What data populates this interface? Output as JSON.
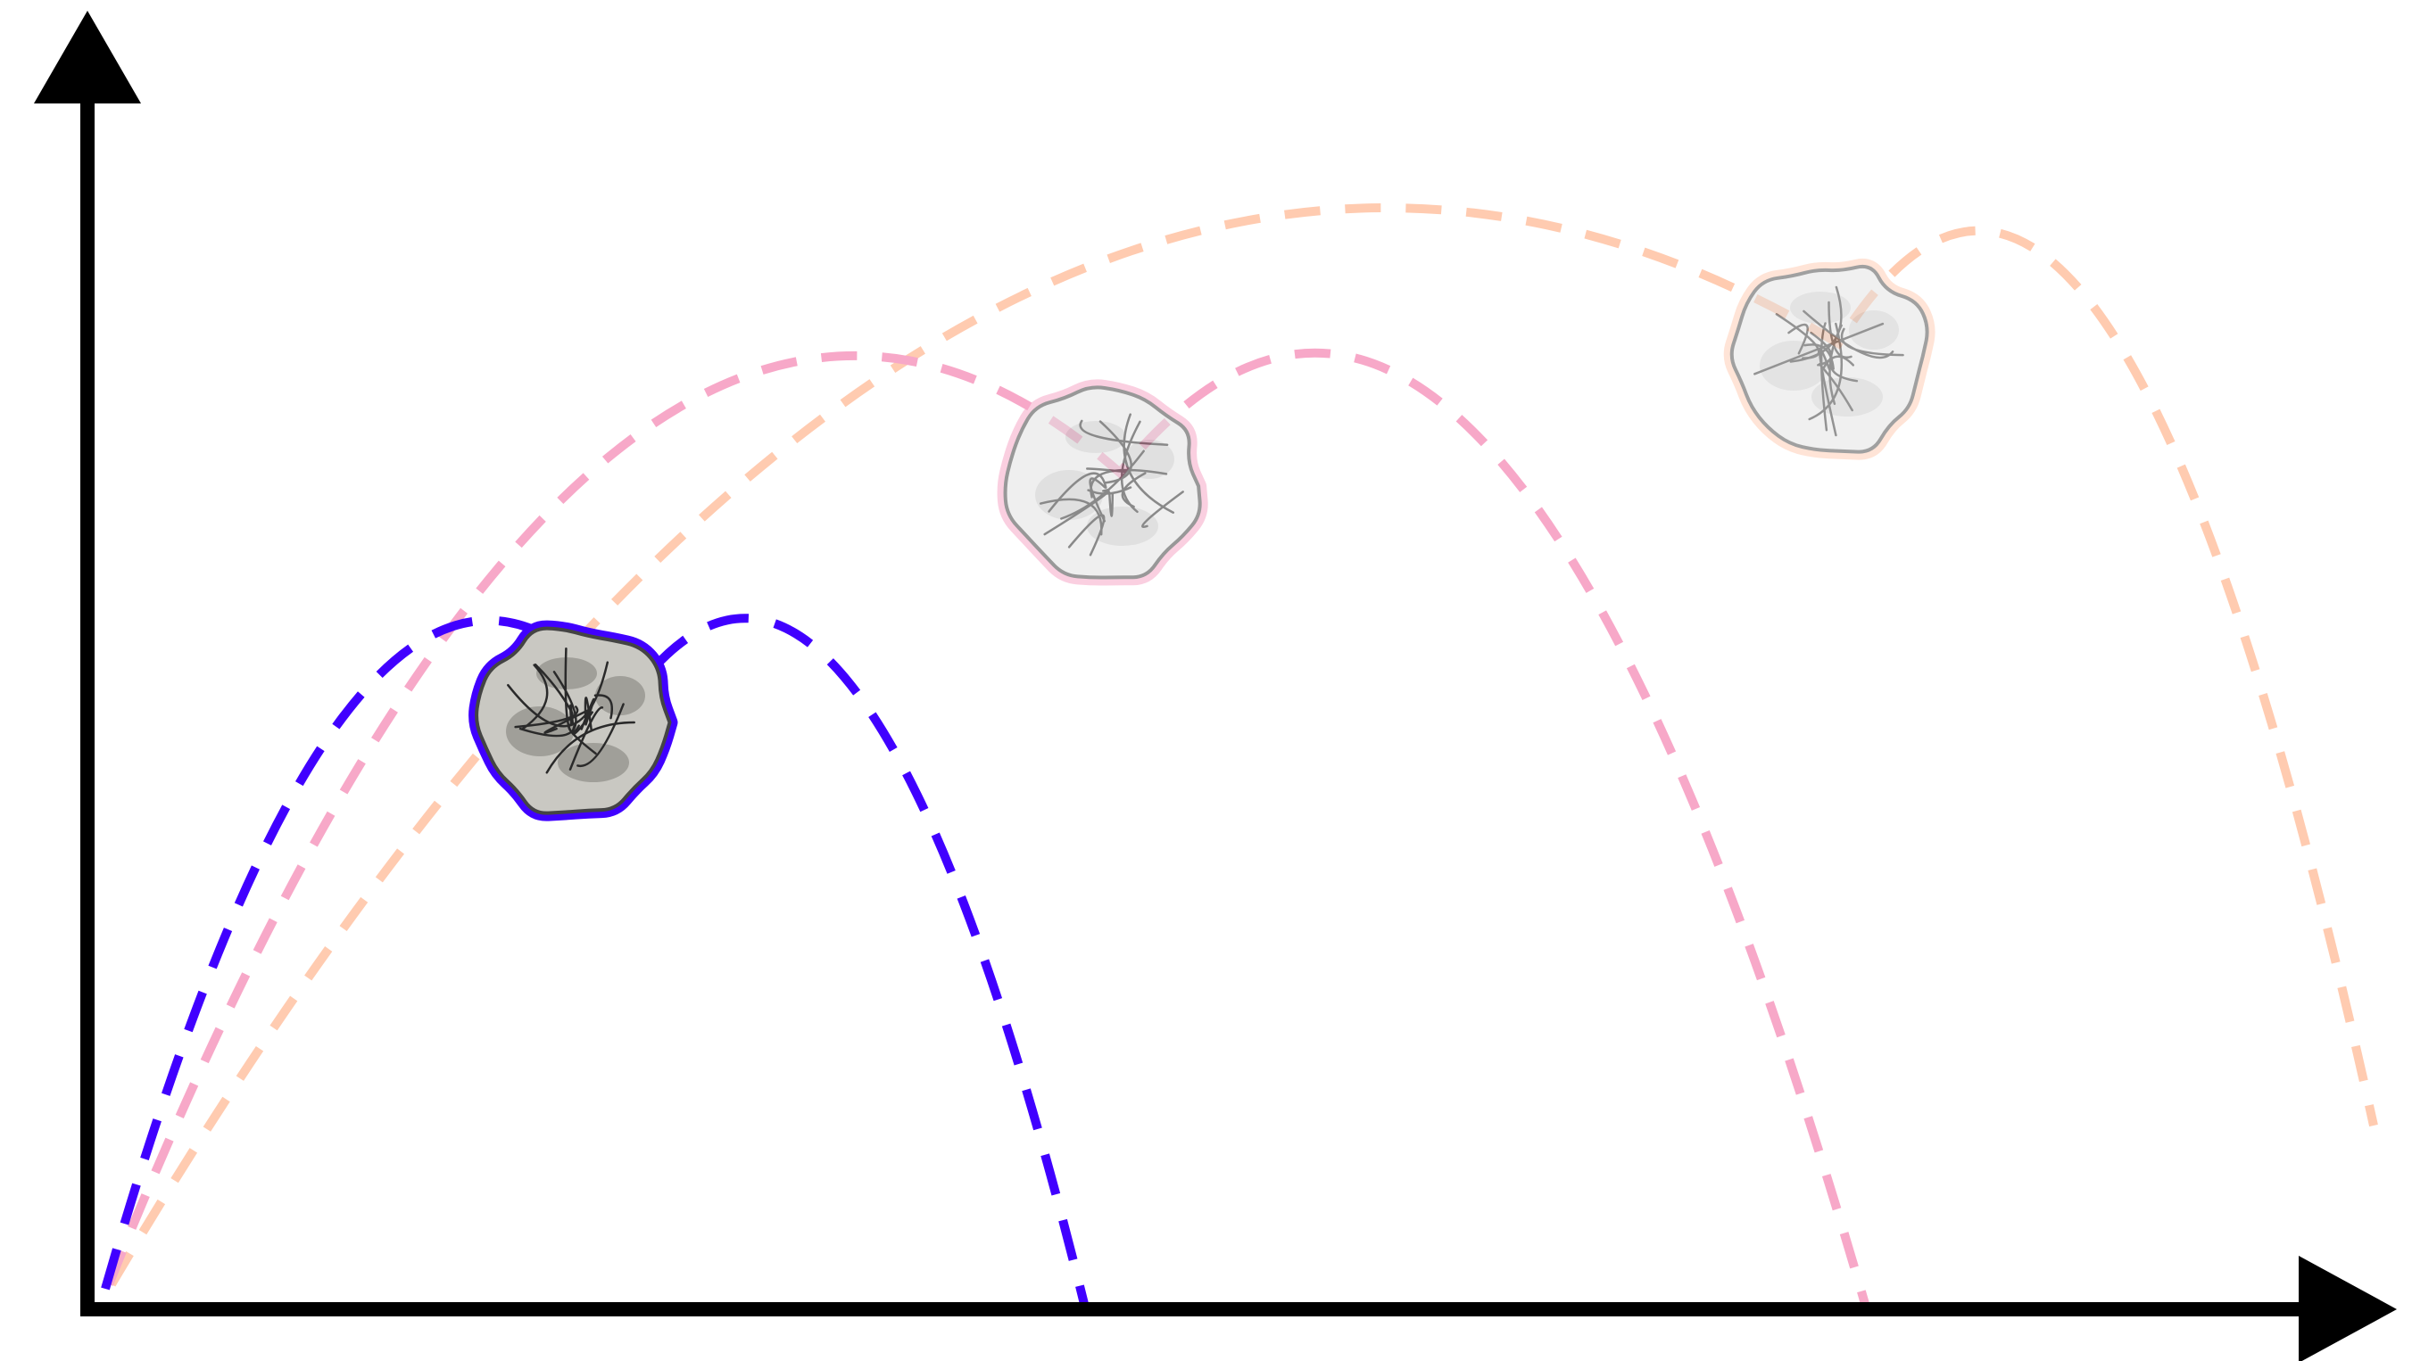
{
  "diagram": {
    "kind": "projectile-trajectories",
    "axes": {
      "x_label": "",
      "y_label": "",
      "stroke_color": "#000000"
    },
    "trajectories": [
      {
        "color": "#4000ff",
        "opacity": 1.0,
        "ball_opacity": 1.0,
        "ball_tone": "dark",
        "icon": "crumpled-paper-ball-icon"
      },
      {
        "color": "#f7a8c8",
        "opacity": 1.0,
        "ball_opacity": 0.55,
        "ball_tone": "faded",
        "icon": "crumpled-paper-ball-icon"
      },
      {
        "color": "#ffcbb0",
        "opacity": 1.0,
        "ball_opacity": 0.5,
        "ball_tone": "faded",
        "icon": "crumpled-paper-ball-icon"
      }
    ]
  }
}
